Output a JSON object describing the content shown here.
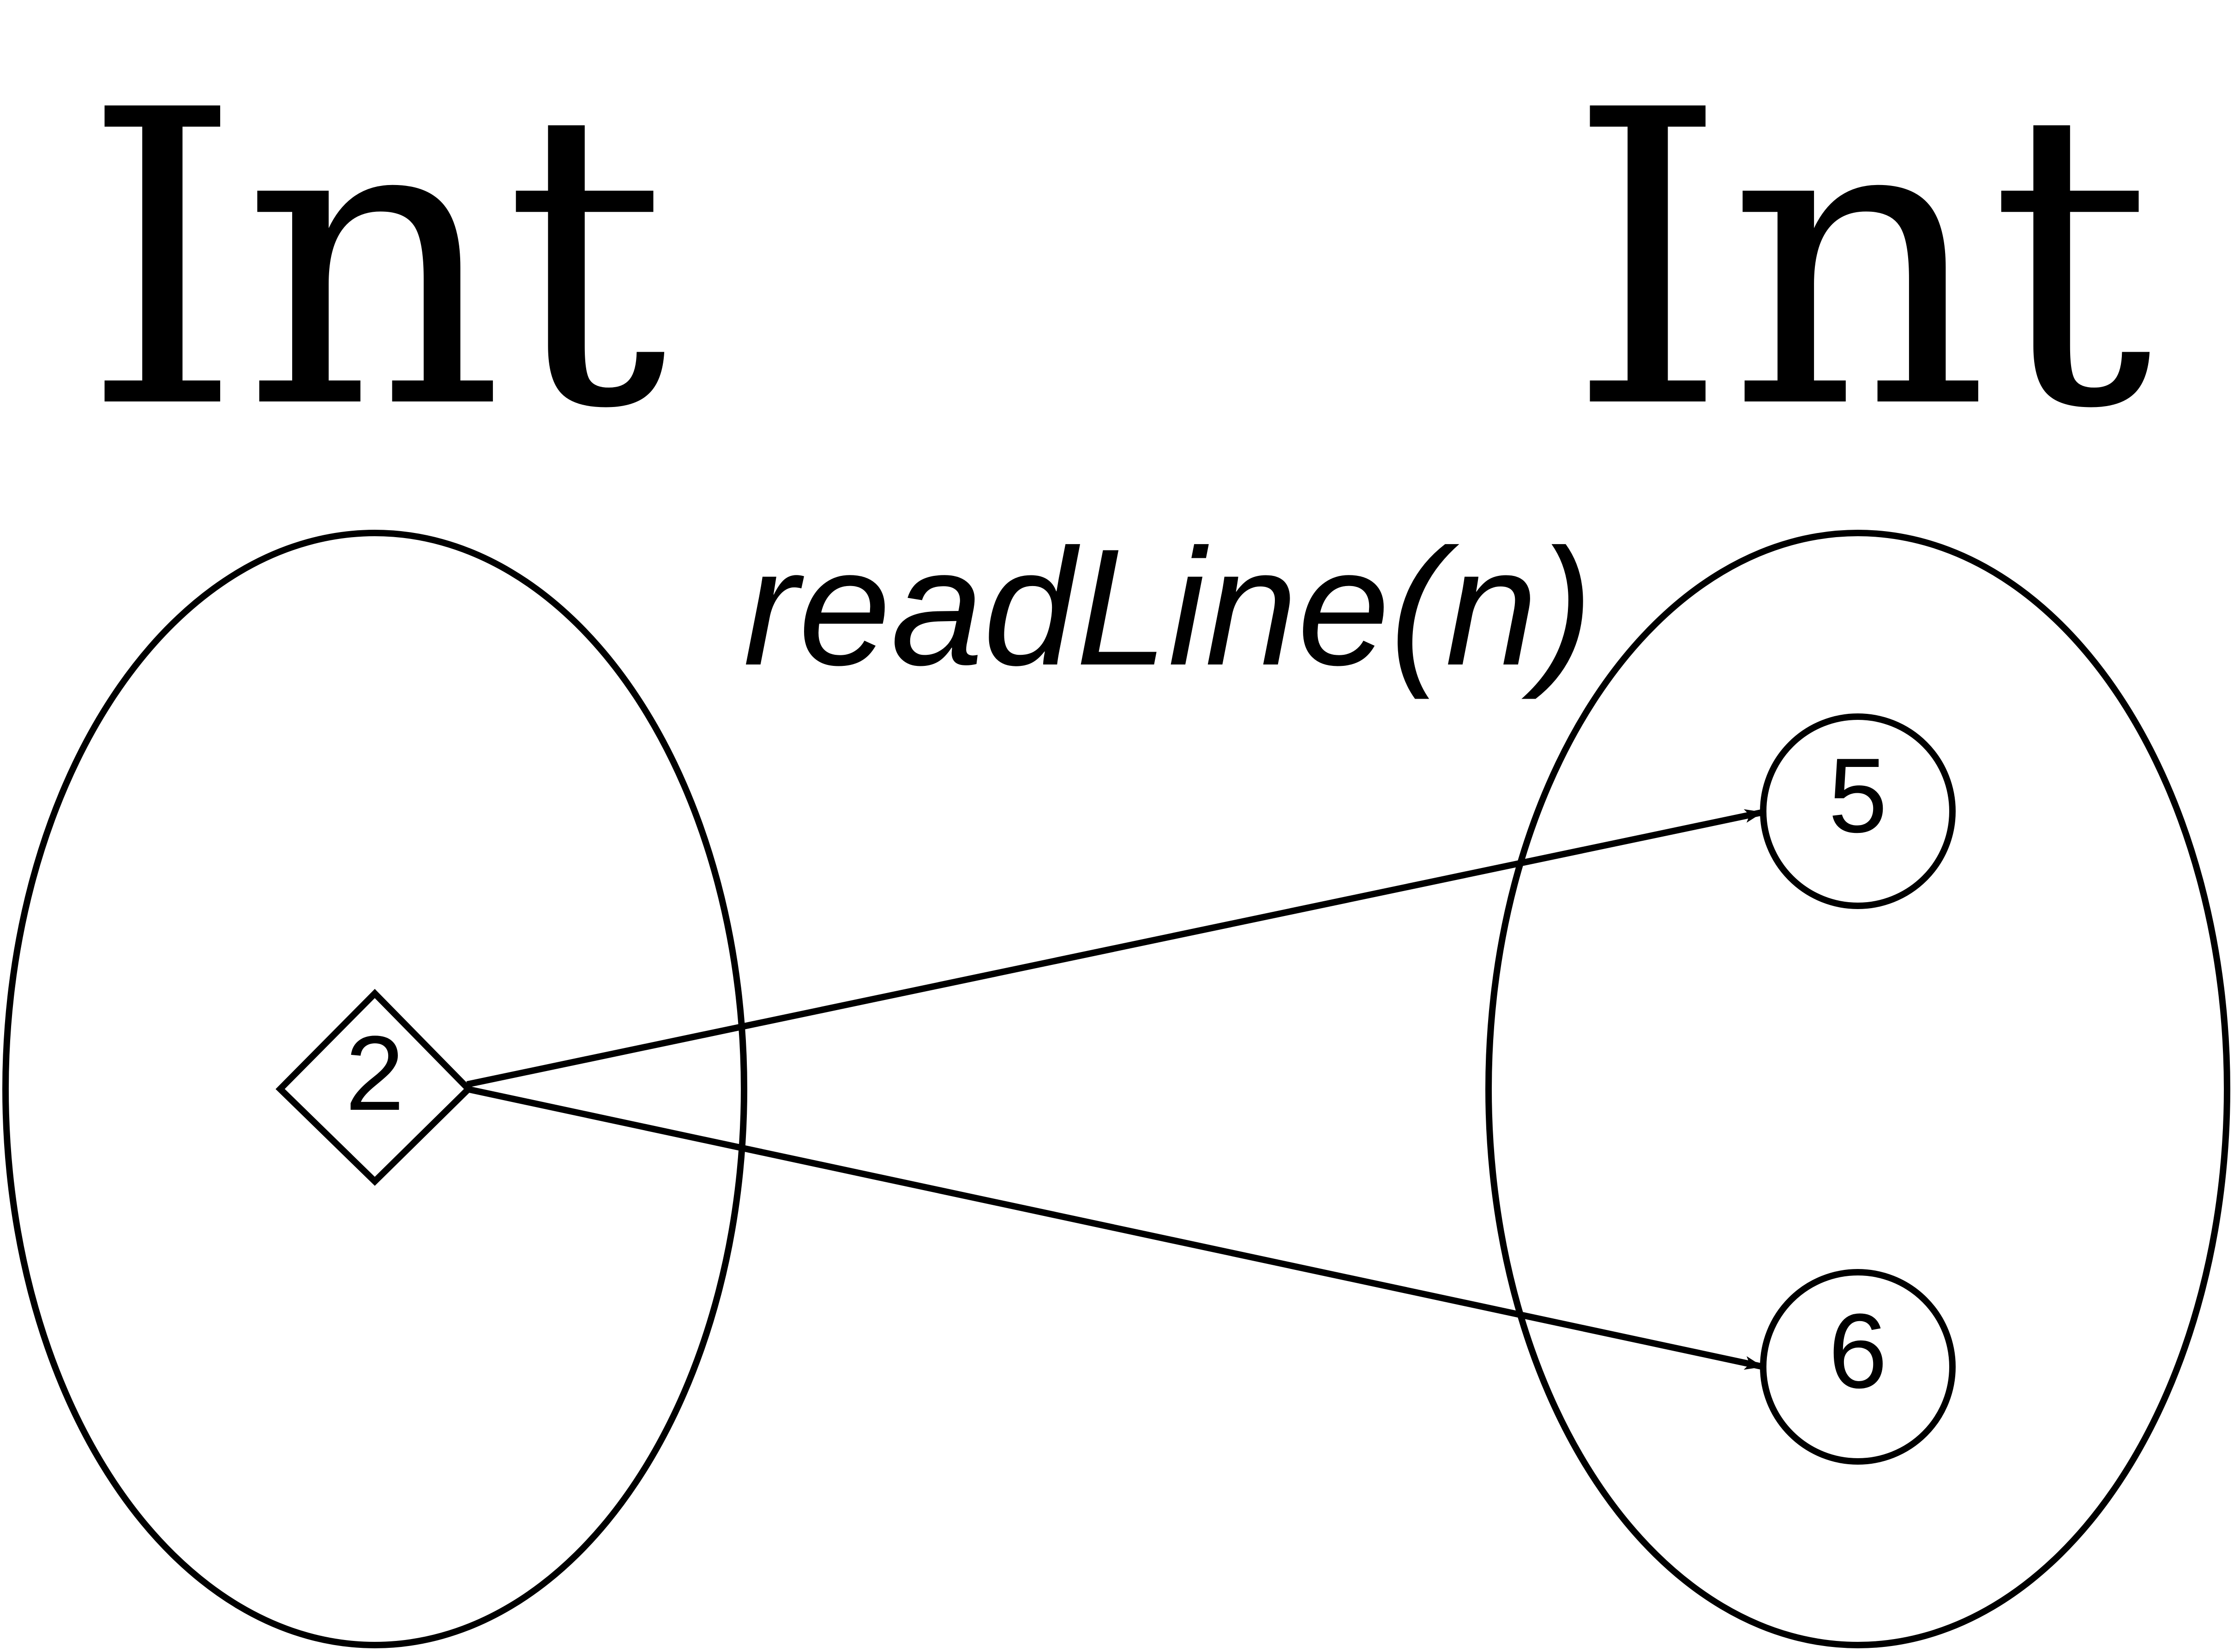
{
  "domain_sets": {
    "left_title": "Int",
    "right_title": "Int"
  },
  "function": {
    "label": "readLine(n)"
  },
  "nodes": {
    "input": {
      "label": "2",
      "shape": "diamond-icon"
    },
    "output_top": {
      "label": "5",
      "shape": "circle-icon"
    },
    "output_bottom": {
      "label": "6",
      "shape": "circle-icon"
    }
  },
  "colors": {
    "stroke": "#000000",
    "background": "#ffffff"
  }
}
